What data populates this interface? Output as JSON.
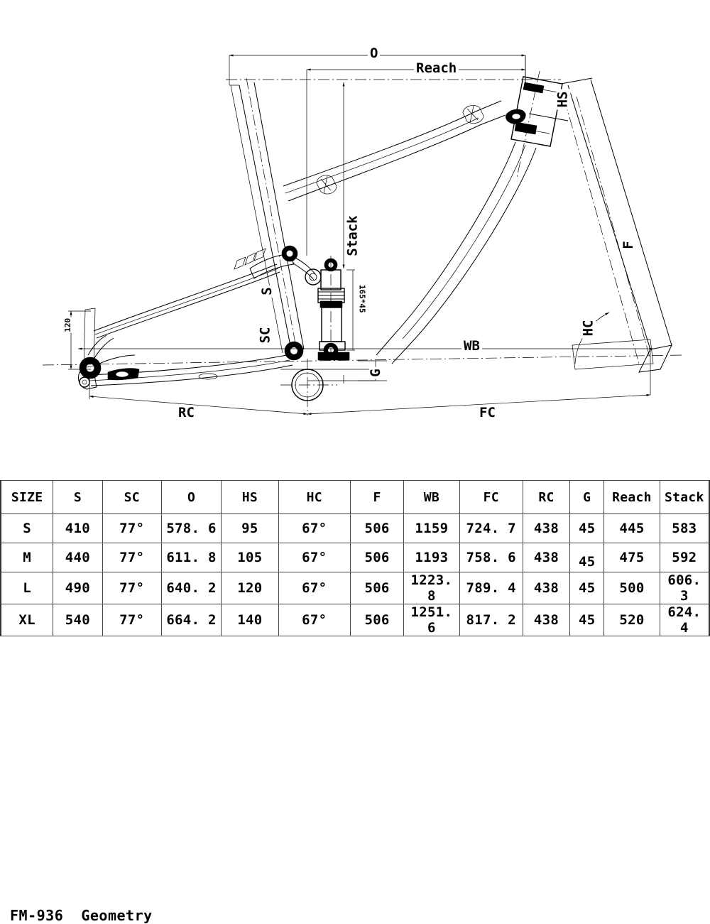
{
  "title": {
    "model": "FM-936",
    "label": "Geometry",
    "full": "FM-936  Geometry"
  },
  "drawing": {
    "name": "mtb-frame-geometry-side-view",
    "dimension_labels": [
      {
        "key": "O",
        "text": "O",
        "desc": "top-tube-horizontal-length",
        "orient": "horizontal"
      },
      {
        "key": "Reach",
        "text": "Reach",
        "desc": "reach",
        "orient": "horizontal"
      },
      {
        "key": "HS",
        "text": "HS",
        "desc": "head-tube-length",
        "orient": "rotated"
      },
      {
        "key": "Stack",
        "text": "Stack",
        "desc": "stack",
        "orient": "rotated"
      },
      {
        "key": "S",
        "text": "S",
        "desc": "seat-tube-length",
        "orient": "rotated"
      },
      {
        "key": "SC",
        "text": "SC",
        "desc": "seat-tube-angle",
        "orient": "rotated"
      },
      {
        "key": "WB",
        "text": "WB",
        "desc": "wheelbase",
        "orient": "horizontal"
      },
      {
        "key": "FC",
        "text": "FC",
        "desc": "front-center",
        "orient": "horizontal"
      },
      {
        "key": "RC",
        "text": "RC",
        "desc": "rear-center-chainstay",
        "orient": "horizontal"
      },
      {
        "key": "G",
        "text": "G",
        "desc": "bottom-bracket-drop",
        "orient": "rotated"
      },
      {
        "key": "F",
        "text": "F",
        "desc": "fork-axle-to-crown",
        "orient": "rotated"
      },
      {
        "key": "HC",
        "text": "HC",
        "desc": "head-tube-angle",
        "orient": "rotated"
      },
      {
        "key": "120",
        "text": "120",
        "desc": "rear-travel",
        "orient": "rotated"
      },
      {
        "key": "165*45",
        "text": "165*45",
        "desc": "shock-eye-to-eye-by-stroke",
        "orient": "rotated"
      }
    ]
  },
  "table": {
    "columns": [
      "SIZE",
      "S",
      "SC",
      "O",
      "HS",
      "HC",
      "F",
      "WB",
      "FC",
      "RC",
      "G",
      "Reach",
      "Stack"
    ],
    "rows": [
      {
        "SIZE": "S",
        "S": "410",
        "SC": "77°",
        "O": "578. 6",
        "HS": "95",
        "HC": "67°",
        "F": "506",
        "WB": "1159",
        "FC": "724. 7",
        "RC": "438",
        "G": "45",
        "Reach": "445",
        "Stack": "583"
      },
      {
        "SIZE": "M",
        "S": "440",
        "SC": "77°",
        "O": "611. 8",
        "HS": "105",
        "HC": "67°",
        "F": "506",
        "WB": "1193",
        "FC": "758. 6",
        "RC": "438",
        "G": "45",
        "Reach": "475",
        "Stack": "592"
      },
      {
        "SIZE": "L",
        "S": "490",
        "SC": "77°",
        "O": "640. 2",
        "HS": "120",
        "HC": "67°",
        "F": "506",
        "WB": "1223. 8",
        "FC": "789. 4",
        "RC": "438",
        "G": "45",
        "Reach": "500",
        "Stack": "606. 3"
      },
      {
        "SIZE": "XL",
        "S": "540",
        "SC": "77°",
        "O": "664. 2",
        "HS": "140",
        "HC": "67°",
        "F": "506",
        "WB": "1251. 6",
        "FC": "817. 2",
        "RC": "438",
        "G": "45",
        "Reach": "520",
        "Stack": "624. 4"
      }
    ]
  },
  "colors": {
    "line": "#000000",
    "background": "#ffffff",
    "table_border": "#444444"
  }
}
